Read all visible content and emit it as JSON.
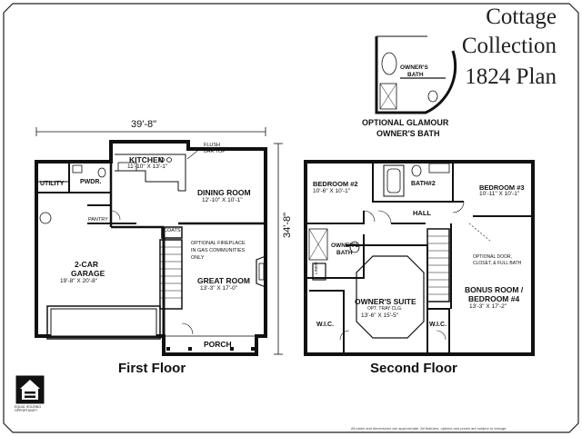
{
  "title": {
    "line1": "Cottage",
    "line2": "Collection",
    "line3": "1824 Plan"
  },
  "dimensions": {
    "width": "39'-8\"",
    "depth": "34'-8\""
  },
  "first_floor": {
    "label": "First Floor",
    "rooms": {
      "kitchen": {
        "name": "KITCHEN",
        "size": "11'-10\" X 13'-1\""
      },
      "dining": {
        "name": "DINING ROOM",
        "size": "12'-10\" X 10'-1\""
      },
      "great": {
        "name": "GREAT ROOM",
        "size": "13'-3\" X 17'-0\""
      },
      "garage": {
        "name1": "2-CAR",
        "name2": "GARAGE",
        "size": "19'-8\" X 20'-8\""
      },
      "utility": "UTILITY",
      "pwdr": "PWDR.",
      "pantry": "PANTRY",
      "coats": "COATS",
      "porch": "PORCH"
    },
    "notes": {
      "flush1": "FLUSH",
      "flush2": "BAR TOP",
      "fireplace1": "OPTIONAL FIREPLACE",
      "fireplace2": "IN GAS COMMUNITIES",
      "fireplace3": "ONLY"
    }
  },
  "second_floor": {
    "label": "Second Floor",
    "rooms": {
      "bed2": {
        "name": "BEDROOM #2",
        "size": "10'-6\" X 10'-1\""
      },
      "bed3": {
        "name": "BEDROOM #3",
        "size": "10'-11\" X 10'-1\""
      },
      "bath2": "BATH#2",
      "hall": "HALL",
      "owners_bath1": "OWNER'S",
      "owners_bath2": "BATH",
      "linen": "LINEN",
      "suite": {
        "name": "OWNER'S SUITE",
        "note": "OPT. TRAY CLG.",
        "size": "13'-6\" X 15'-5\""
      },
      "wic_left": "W.I.C.",
      "wic_right": "W.I.C.",
      "bonus": {
        "name1": "BONUS ROOM /",
        "name2": "BEDROOM #4",
        "size": "13'-3\" X 17'-2\""
      }
    },
    "notes": {
      "bonus_door1": "OPTIONAL DOOR,",
      "bonus_door2": "CLOSET, & FULL BATH"
    }
  },
  "optional_bath": {
    "label1": "OPTIONAL GLAMOUR",
    "label2": "OWNER'S BATH",
    "room1": "OWNER'S",
    "room2": "BATH"
  },
  "footer": {
    "disclaimer": "All plans and dimensions are approximate. All features, options and prices are subject to change.",
    "eho": "EQUAL HOUSING OPPORTUNITY"
  },
  "colors": {
    "line": "#111111",
    "paper": "#ffffff",
    "hatch": "#888888"
  }
}
